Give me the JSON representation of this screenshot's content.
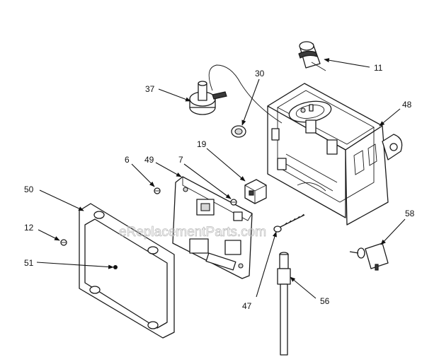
{
  "watermark": "eReplacementParts.com",
  "callouts": {
    "c11": "11",
    "c30": "30",
    "c37": "37",
    "c48": "48",
    "c19": "19",
    "c6": "6",
    "c49": "49",
    "c7": "7",
    "c50": "50",
    "c12": "12",
    "c51": "51",
    "c58": "58",
    "c47": "47",
    "c56": "56"
  },
  "colors": {
    "line": "#1a1a1a",
    "watermark": "#bdbdbd",
    "background": "#ffffff"
  }
}
